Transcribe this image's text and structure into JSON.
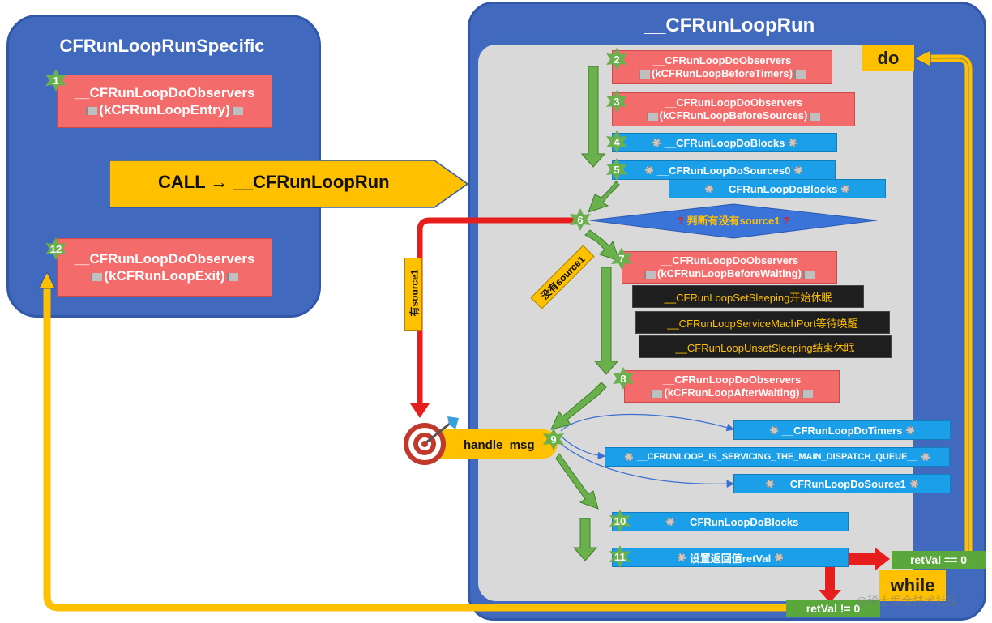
{
  "left_panel": {
    "title": "CFRunLoopRunSpecific",
    "box1": {
      "num": "1",
      "line1": "__CFRunLoopDoObservers",
      "line2": "(kCFRunLoopEntry)"
    },
    "box12": {
      "num": "12",
      "line1": "__CFRunLoopDoObservers",
      "line2": "(kCFRunLoopExit)"
    },
    "call_label": "CALL → __CFRunLoopRun"
  },
  "right_panel": {
    "title": "__CFRunLoopRun",
    "do_label": "do",
    "while_label": "while",
    "step2": {
      "num": "2",
      "line1": "__CFRunLoopDoObservers",
      "line2": "(kCFRunLoopBeforeTimers)"
    },
    "step3": {
      "num": "3",
      "line1": "__CFRunLoopDoObservers",
      "line2": "(kCFRunLoopBeforeSources)"
    },
    "step4": {
      "num": "4",
      "label": "__CFRunLoopDoBlocks"
    },
    "step5": {
      "num": "5",
      "label": "__CFRunLoopDoSources0"
    },
    "step5b": {
      "label": "__CFRunLoopDoBlocks"
    },
    "step6": {
      "num": "6",
      "label": "判断有没有source1",
      "q": "?"
    },
    "step7": {
      "num": "7",
      "line1": "__CFRunLoopDoObservers",
      "line2": "(kCFRunLoopBeforeWaiting)"
    },
    "sleep_items": [
      "__CFRunLoopSetSleeping开始休眠",
      "__CFRunLoopServiceMachPort等待唤醒",
      "__CFRunLoopUnsetSleeping结束休眠"
    ],
    "step8": {
      "num": "8",
      "line1": "__CFRunLoopDoObservers",
      "line2": "(kCFRunLoopAfterWaiting)"
    },
    "step9": {
      "num": "9",
      "label": "handle_msg"
    },
    "handle_targets": [
      "__CFRunLoopDoTimers",
      "__CFRUNLOOP_IS_SERVICING_THE_MAIN_DISPATCH_QUEUE__",
      "__CFRunLoopDoSource1"
    ],
    "step10": {
      "num": "10",
      "label": "__CFRunLoopDoBlocks"
    },
    "step11": {
      "num": "11",
      "label": "设置返回值retVal"
    },
    "retval_eq": "retVal == 0",
    "retval_ne": "retVal != 0",
    "has_source1": "有source1",
    "no_source1": "没有source1"
  },
  "watermark": "@稀土掘金技术社区",
  "colors": {
    "panel_blue": "#4169be",
    "red_box": "#f46b6b",
    "blue_box": "#1a9fe8",
    "green": "#5aa83c",
    "yellow": "#ffc000",
    "red_arrow": "#e61e1e"
  }
}
